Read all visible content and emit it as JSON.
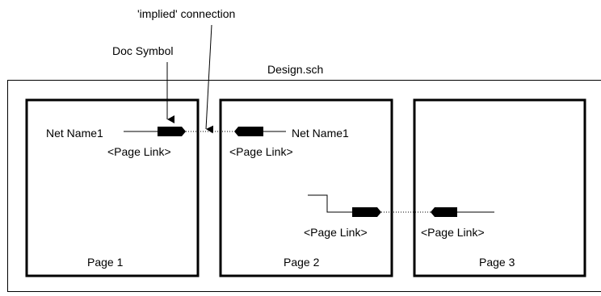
{
  "annotations": {
    "implied_connection": "'implied' connection",
    "doc_symbol": "Doc Symbol"
  },
  "design": {
    "name": "Design.sch"
  },
  "pages": [
    {
      "label": "Page 1"
    },
    {
      "label": "Page 2"
    },
    {
      "label": "Page 3"
    }
  ],
  "nets": {
    "page1_net": "Net Name1",
    "page2_net": "Net Name1"
  },
  "page_links": {
    "page1": "<Page Link>",
    "page2_top": "<Page Link>",
    "page2_bottom": "<Page Link>",
    "page3": "<Page Link>"
  },
  "colors": {
    "stroke": "#000000",
    "background": "#ffffff"
  }
}
